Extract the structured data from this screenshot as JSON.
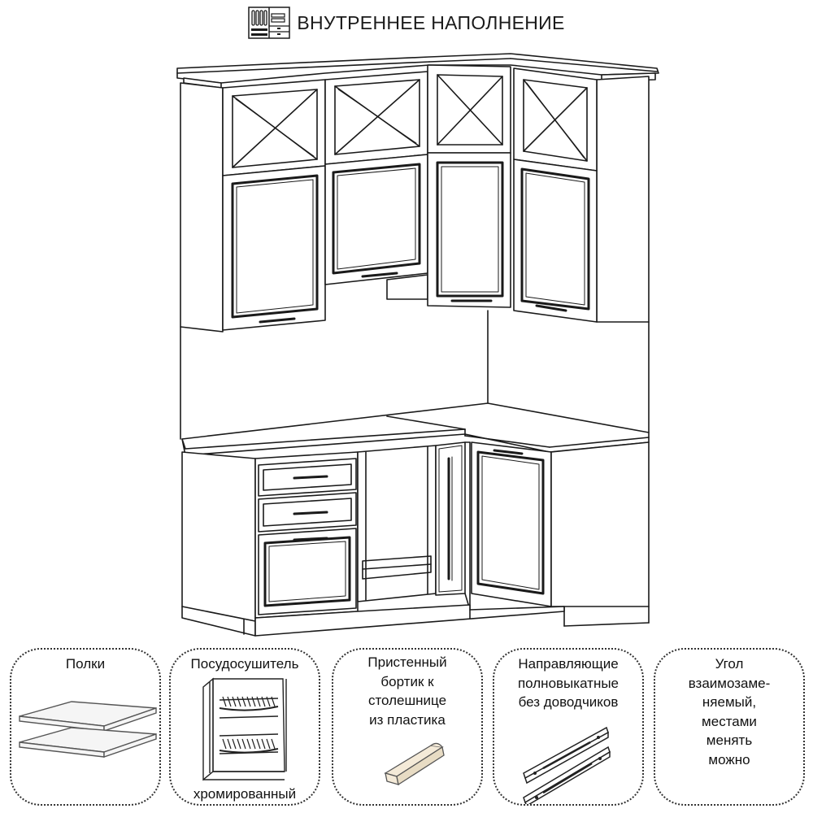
{
  "header": {
    "title": "ВНУТРЕННЕЕ НАПОЛНЕНИЕ",
    "icon": "cabinet-interior-icon"
  },
  "colors": {
    "line": "#1a1a1a",
    "background": "#ffffff",
    "dotted_border": "#333333"
  },
  "features": [
    {
      "label": "Полки",
      "icon": "shelves-icon"
    },
    {
      "label": "Посудосушитель",
      "caption": "хромированный",
      "icon": "dish-dryer-icon"
    },
    {
      "label": "Пристенный\nбортик к\nстолешнице\nиз пластика",
      "icon": "plastic-backsplash-icon"
    },
    {
      "label": "Направляющие\nполновыкатные\nбез доводчиков",
      "icon": "drawer-slides-icon"
    },
    {
      "label": "Угол\nвзаимозаме-\nняемый,\nместами\nменять\nможно"
    }
  ]
}
